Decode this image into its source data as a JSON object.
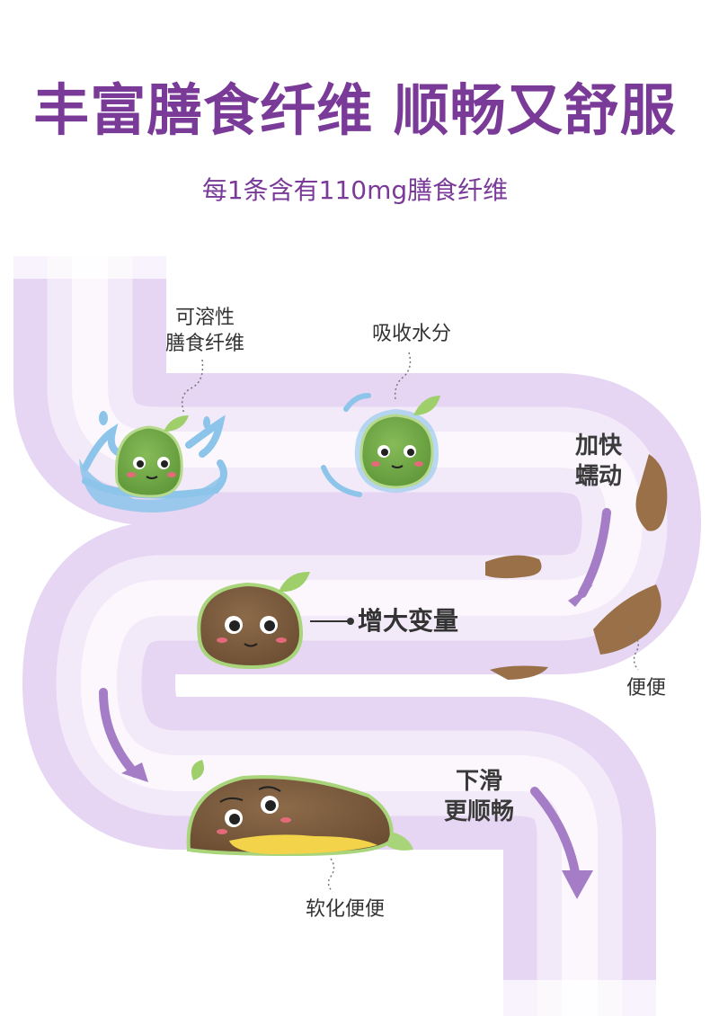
{
  "header": {
    "title": "丰富膳食纤维 顺畅又舒服",
    "subtitle": "每1条含有110mg膳食纤维"
  },
  "labels": {
    "soluble_line1": "可溶性",
    "soluble_line2": "膳食纤维",
    "absorb_water": "吸收水分",
    "peristalsis_line1": "加快",
    "peristalsis_line2": "蠕动",
    "increase_volume": "增大变量",
    "stool_1": "便便",
    "slide_line1": "下滑",
    "slide_line2": "更顺畅",
    "soften_stool": "软化便便"
  },
  "colors": {
    "title": "#7a3a98",
    "tube_edge": "#e6d6f2",
    "tube_core": "#f7f0fb",
    "arrow": "#a57cc6",
    "green_blob": "#6fa845",
    "brown_blob": "#7a5a3c",
    "water": "#8cc4ea",
    "stool": "#9a7048"
  }
}
